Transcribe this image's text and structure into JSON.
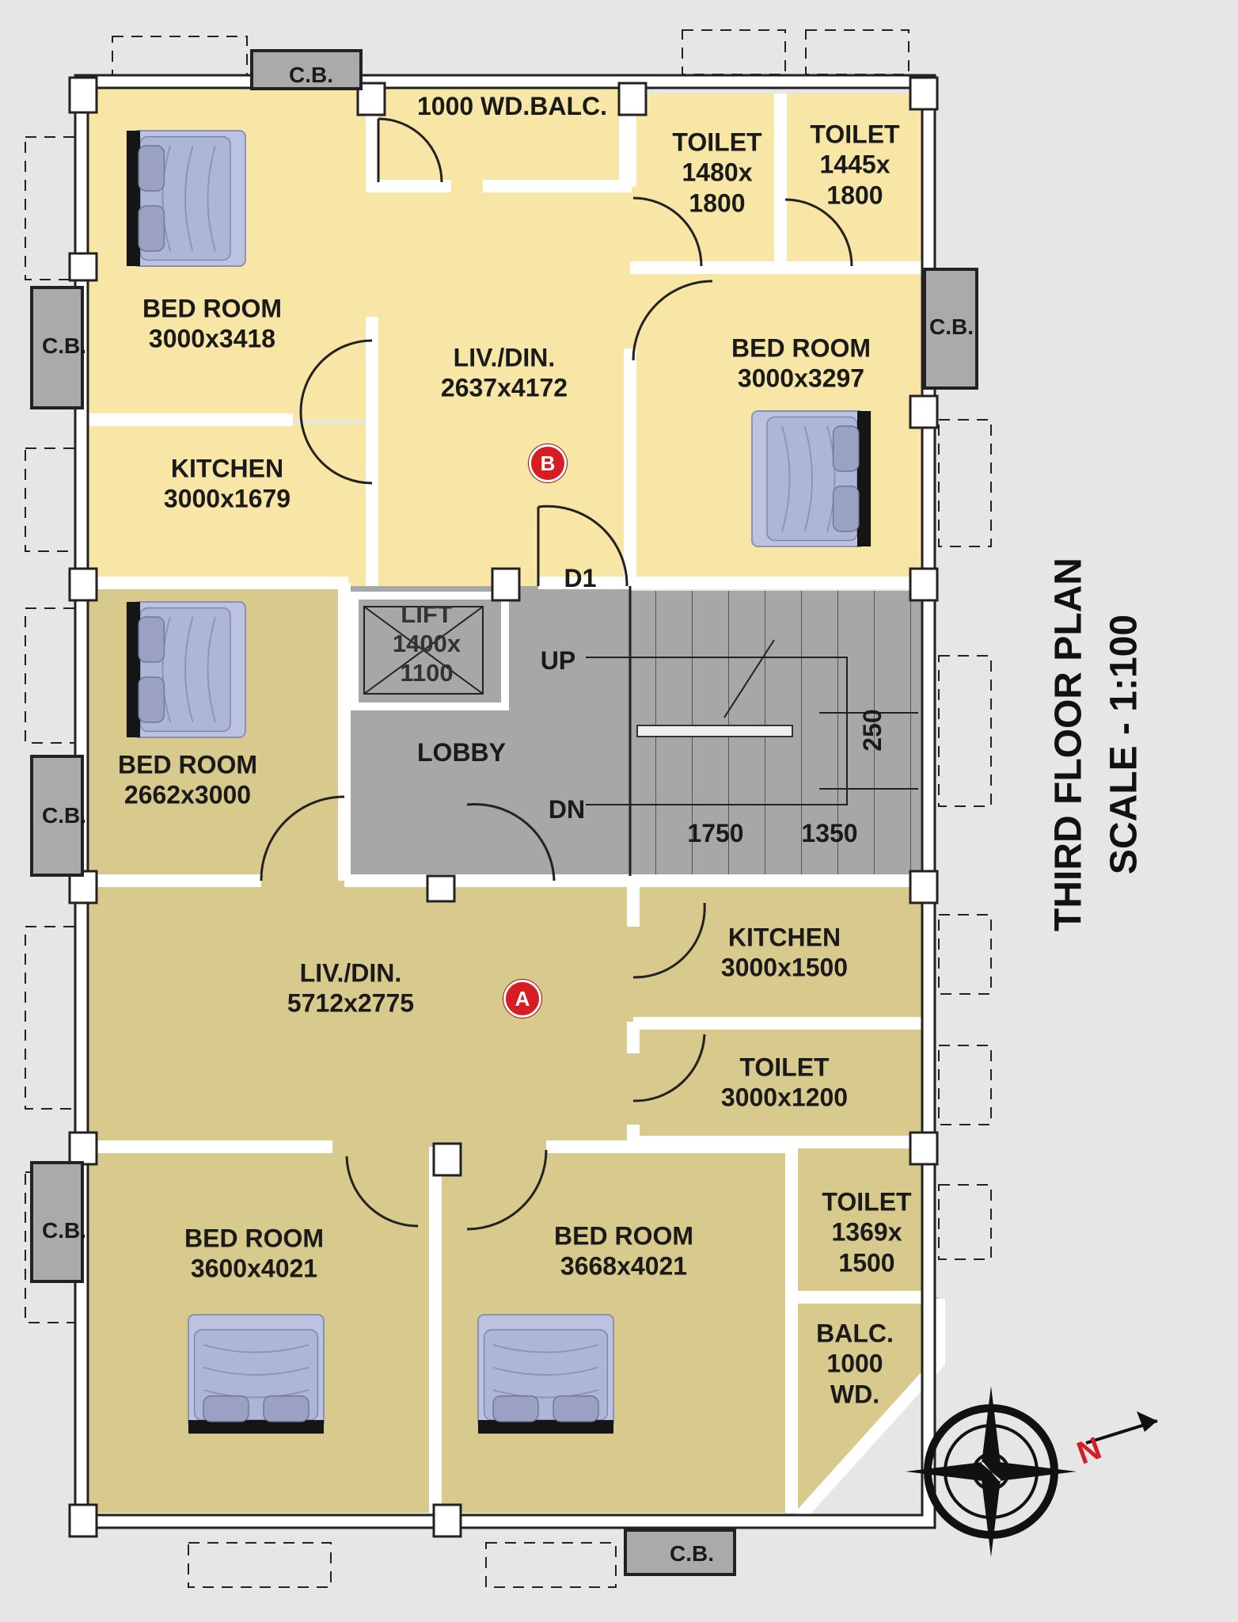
{
  "plan": {
    "title": "THIRD FLOOR PLAN",
    "scale": "SCALE - 1:100"
  },
  "colors": {
    "flat_b": "#f7e6a6",
    "flat_a": "#d8c98d",
    "lobby": "#a7a7a7",
    "wall": "#ffffff",
    "marker": "#d71c24"
  },
  "flat_b": {
    "marker": "B",
    "balcony": "1000 WD.BALC.",
    "toilet_1": {
      "name": "TOILET",
      "size_1": "1480x",
      "size_2": "1800"
    },
    "toilet_2": {
      "name": "TOILET",
      "size_1": "1445x",
      "size_2": "1800"
    },
    "bedroom_1": {
      "name": "BED ROOM",
      "size": "3000x3418"
    },
    "living": {
      "name": "LIV./DIN.",
      "size": "2637x4172"
    },
    "bedroom_2": {
      "name": "BED ROOM",
      "size": "3000x3297"
    },
    "kitchen": {
      "name": "KITCHEN",
      "size": "3000x1679"
    },
    "door": "D1"
  },
  "core": {
    "lift": {
      "name": "LIFT",
      "size_1": "1400x",
      "size_2": "1100"
    },
    "lobby": "LOBBY",
    "up": "UP",
    "down": "DN",
    "dim_250": "250",
    "dim_1750": "1750",
    "dim_1350": "1350"
  },
  "flat_a": {
    "marker": "A",
    "bedroom_1": {
      "name": "BED ROOM",
      "size": "2662x3000"
    },
    "living": {
      "name": "LIV./DIN.",
      "size": "5712x2775"
    },
    "kitchen": {
      "name": "KITCHEN",
      "size": "3000x1500"
    },
    "toilet_1": {
      "name": "TOILET",
      "size": "3000x1200"
    },
    "bedroom_2": {
      "name": "BED ROOM",
      "size": "3600x4021"
    },
    "bedroom_3": {
      "name": "BED ROOM",
      "size": "3668x4021"
    },
    "toilet_2": {
      "name": "TOILET",
      "size_1": "1369x",
      "size_2": "1500"
    },
    "balcony": {
      "line_1": "BALC.",
      "line_2": "1000",
      "line_3": "WD."
    }
  },
  "cupboard": "C.B.",
  "compass": {
    "north": "N"
  }
}
